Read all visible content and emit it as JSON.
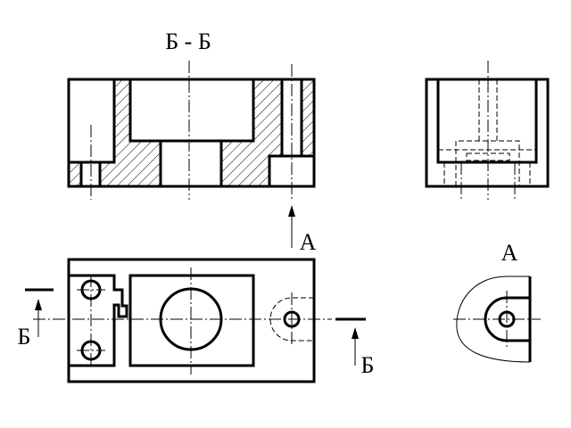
{
  "labels": {
    "section_title": "Б - Б",
    "view_a_title": "А",
    "arrow_a": "А",
    "section_mark_left": "Б",
    "section_mark_right": "Б"
  },
  "colors": {
    "line": "#000000",
    "background": "#ffffff"
  }
}
